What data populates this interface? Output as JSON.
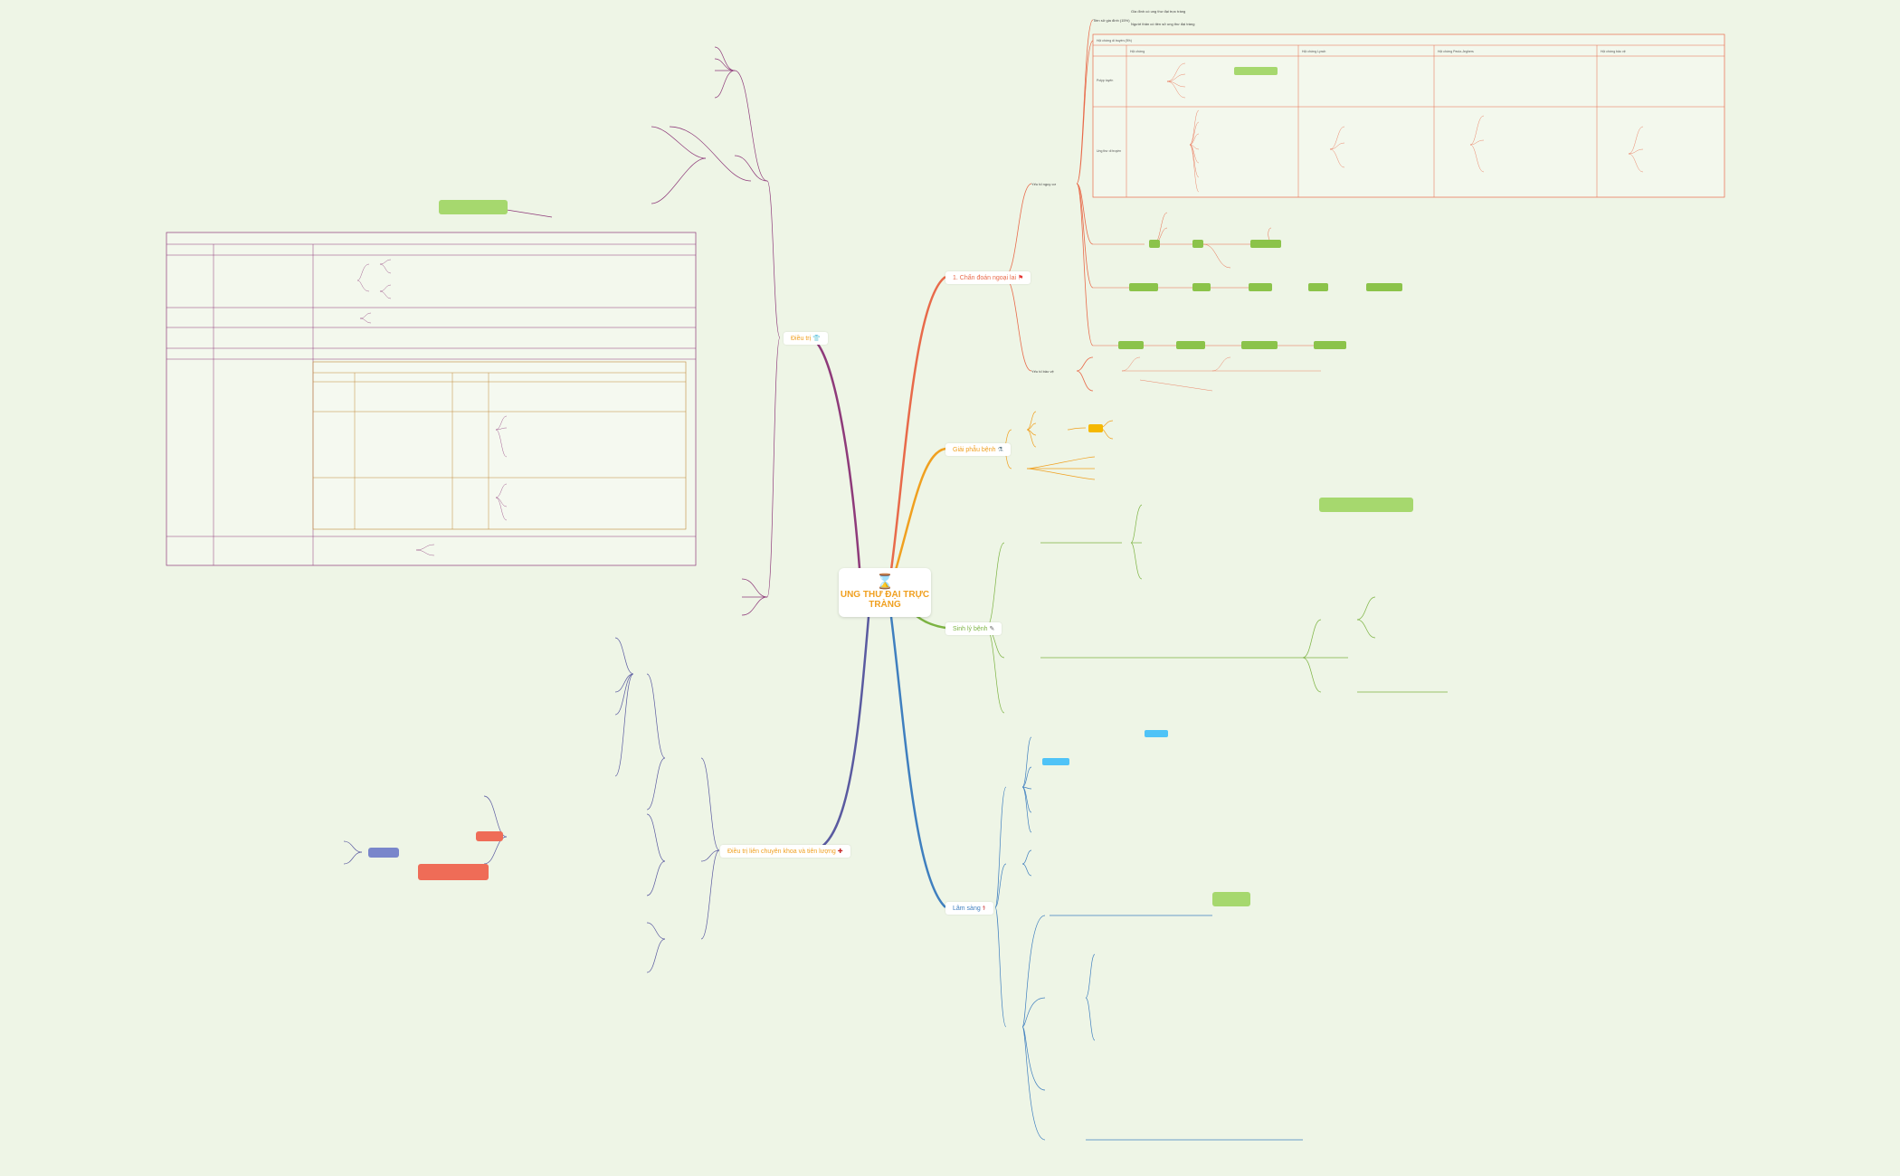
{
  "center": {
    "icon": "hourglass-icon",
    "title_line1": "UNG THƯ ĐẠI TRỰC",
    "title_line2": "TRÀNG"
  },
  "branches": [
    {
      "id": "b1",
      "label": "1. Chẩn đoán ngoại lai",
      "color": "#e86a4a",
      "icon": "flag-icon"
    },
    {
      "id": "b2",
      "label": "Giải phẫu bệnh",
      "color": "#f0a020",
      "icon": "microscope-icon"
    },
    {
      "id": "b3",
      "label": "Sinh lý bệnh",
      "color": "#7cb342",
      "icon": "pen-icon"
    },
    {
      "id": "b4",
      "label": "Lâm sàng",
      "color": "#3f7fbf",
      "icon": "stethoscope-icon"
    },
    {
      "id": "b5",
      "label": "Điều trị liên chuyên khoa và tiên lượng",
      "color": "#5a5aa0",
      "icon": "syringe-icon"
    },
    {
      "id": "b6",
      "label": "Điều trị",
      "color": "#8e3a7a",
      "icon": "shirt-icon"
    }
  ],
  "colors": {
    "background": "#eef5e6",
    "orange": "#f0a020",
    "red": "#e86a4a",
    "green": "#7cb342",
    "blue": "#3f7fbf",
    "indigo": "#5a5aa0",
    "purple": "#8e3a7a"
  }
}
